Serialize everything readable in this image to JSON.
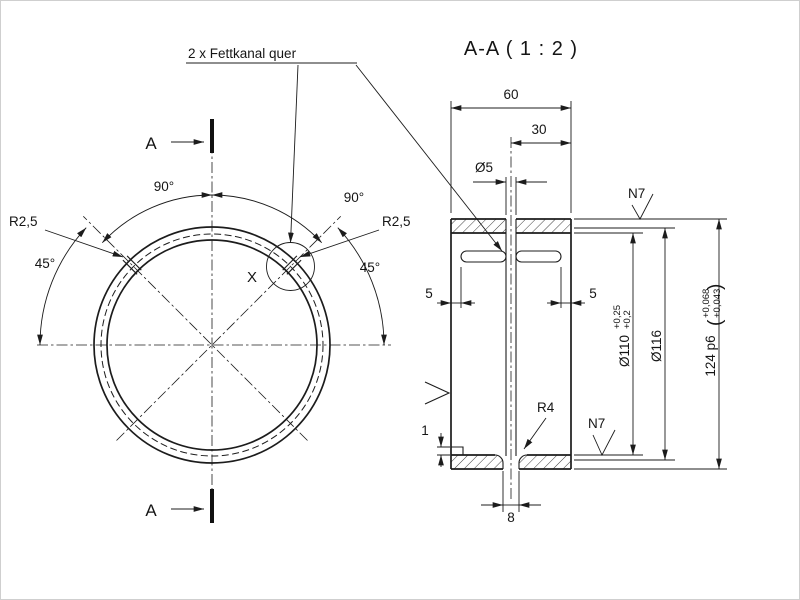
{
  "colors": {
    "line": "#1c1c1c",
    "background": "#ffffff"
  },
  "drawing": {
    "title": "A-A ( 1 : 2 )",
    "callout": "2 x Fettkanal quer",
    "section_label_top": "A",
    "section_label_bottom": "A",
    "detail_label": "X"
  },
  "front_view": {
    "radius_left": "R2,5",
    "radius_right": "R2,5",
    "angle_top_left": "90°",
    "angle_top_right": "90°",
    "angle_side_left": "45°",
    "angle_side_right": "45°"
  },
  "section_view": {
    "dim_width": "60",
    "dim_to_center": "30",
    "dim_hole": "Ø5",
    "dim_slot_left": "5",
    "dim_slot_right": "5",
    "dim_relief": "1",
    "dim_exit": "8",
    "dim_radius": "R4",
    "finish_top": "N7",
    "finish_bottom": "N7",
    "bore": {
      "value": "Ø110",
      "tol_upper": "+0,25",
      "tol_lower": "+0,2"
    },
    "groove": {
      "value": "Ø116"
    },
    "outer": {
      "value": "124 p6",
      "paren_open": "(",
      "tol_upper": "+0,068",
      "tol_lower": "+0,043",
      "paren_close": ")"
    }
  }
}
